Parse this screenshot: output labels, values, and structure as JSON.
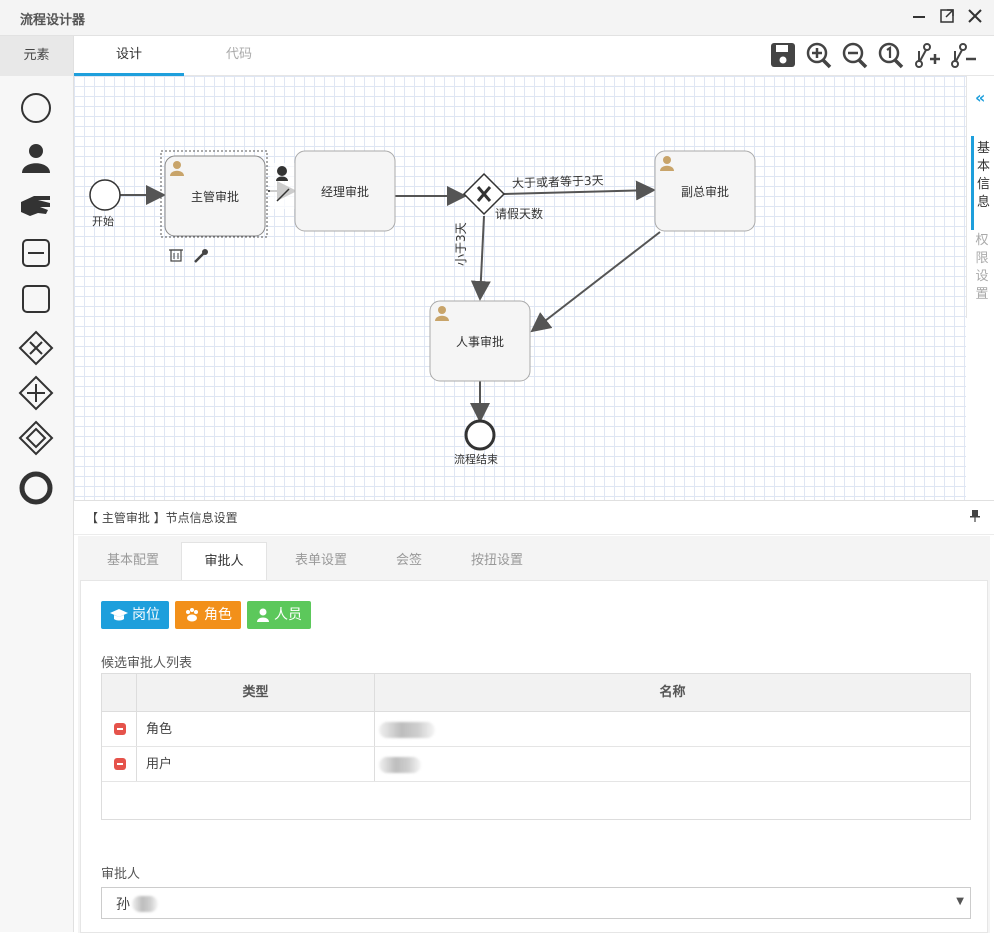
{
  "window": {
    "title": "流程设计器"
  },
  "left": {
    "header": "元素"
  },
  "tabs": [
    {
      "label": "设计"
    },
    {
      "label": "代码"
    }
  ],
  "diagram": {
    "start": "开始",
    "supervisor": "主管审批",
    "manager": "经理审批",
    "vp": "副总审批",
    "hr": "人事审批",
    "end": "流程结束",
    "label_more": "大于或者等于3天",
    "label_less": "小于3天",
    "label_days": "请假天数"
  },
  "rail": {
    "basic": [
      "基",
      "本",
      "信",
      "息"
    ],
    "perm": [
      "权",
      "限",
      "设",
      "置"
    ]
  },
  "panel": {
    "title": "【 主管审批 】节点信息设置",
    "subtabs": [
      "基本配置",
      "审批人",
      "表单设置",
      "会签",
      "按扭设置"
    ],
    "buttons": {
      "post": "岗位",
      "role": "角色",
      "person": "人员"
    },
    "candidates_label": "候选审批人列表",
    "columns": {
      "type": "类型",
      "name": "名称"
    },
    "rows": [
      {
        "type": "角色"
      },
      {
        "type": "用户"
      }
    ],
    "approver_label": "审批人",
    "approver_value": "孙"
  },
  "colors": {
    "accent": "#1e9fdc",
    "orange": "#f2901a",
    "green": "#5cc85b",
    "danger": "#e5534b",
    "task_icon": "#c8a46a"
  }
}
